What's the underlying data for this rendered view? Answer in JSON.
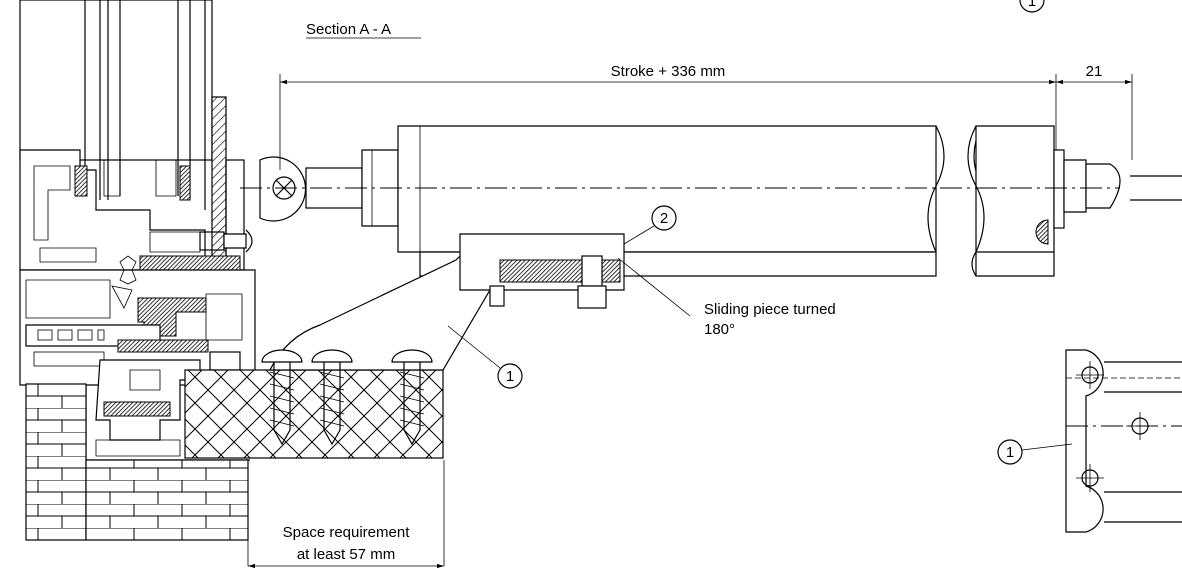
{
  "section_title": "Section A - A",
  "dimensions": {
    "stroke": "Stroke + 336 mm",
    "end_offset": "21"
  },
  "callouts": {
    "part1": "1",
    "part2": "2",
    "part1_detail": "1",
    "top_right": "1"
  },
  "notes": {
    "sliding_line1": "Sliding piece turned",
    "sliding_line2": "180°",
    "space_line1": "Space requirement",
    "space_line2": "at least 57 mm"
  }
}
